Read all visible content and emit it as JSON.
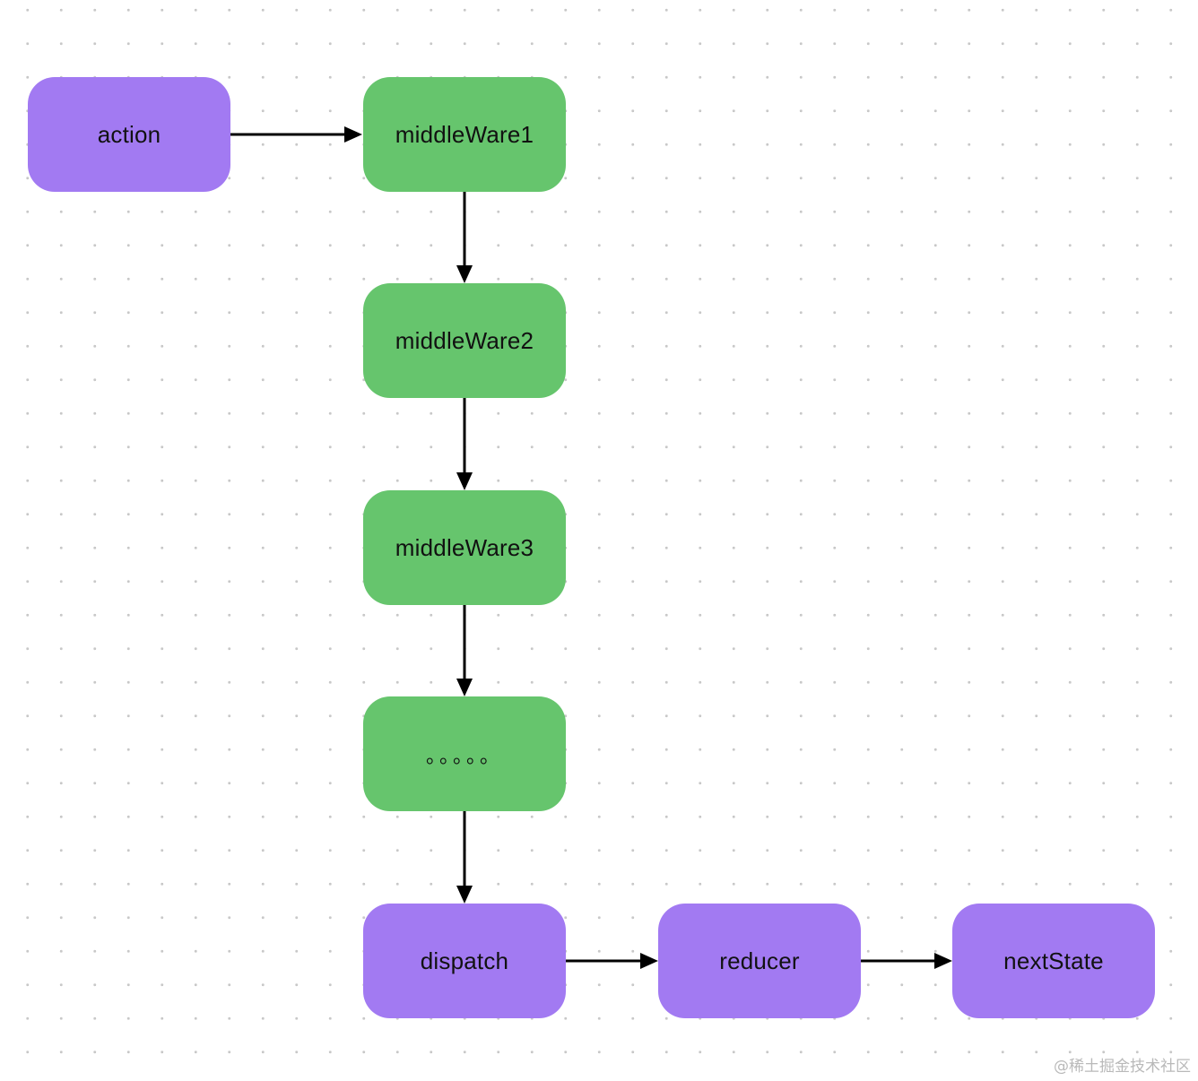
{
  "nodes": {
    "action": "action",
    "middleware1": "middleWare1",
    "middleware2": "middleWare2",
    "middleware3": "middleWare3",
    "more": "。。。。。",
    "dispatch": "dispatch",
    "reducer": "reducer",
    "next_state": "nextState"
  },
  "edges": [
    {
      "from": "action",
      "to": "middleWare1"
    },
    {
      "from": "middleWare1",
      "to": "middleWare2"
    },
    {
      "from": "middleWare2",
      "to": "middleWare3"
    },
    {
      "from": "middleWare3",
      "to": "。。。。。"
    },
    {
      "from": "。。。。。",
      "to": "dispatch"
    },
    {
      "from": "dispatch",
      "to": "reducer"
    },
    {
      "from": "reducer",
      "to": "nextState"
    }
  ],
  "colors": {
    "purple_node": "#a27af2",
    "green_node": "#66c56d",
    "arrow": "#000000",
    "grid_dot": "#c8c8c8"
  },
  "watermark": "@稀土掘金技术社区"
}
